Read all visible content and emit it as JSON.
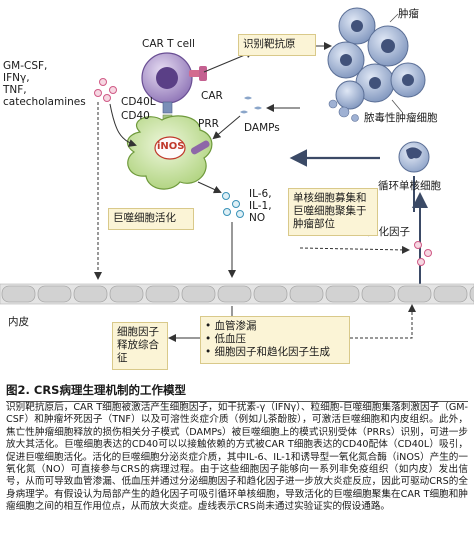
{
  "cells": {
    "car_t": "CAR T cell",
    "tumor": "肿瘤",
    "dying_tumor": "脓毒性肿瘤细胞",
    "monocyte": "循环单核细胞"
  },
  "receptors": {
    "car": "CAR",
    "cd40l": "CD40L",
    "cd40": "CD40",
    "prr": "PRR",
    "inos": "iNOS"
  },
  "cytokines_left": [
    "GM-CSF,",
    "IFNγ,",
    "TNF,",
    "catecholamines"
  ],
  "cytokines_macrophage": [
    "IL-6,",
    "IL-1,",
    "NO"
  ],
  "labels": {
    "damps": "DAMPs",
    "chemokine": "趋化因子",
    "endothelium": "内皮"
  },
  "boxes": {
    "antigen": "识别靶抗原",
    "macrophage": "巨噬细胞活化",
    "recruit": [
      "单核细胞募集和",
      "巨噬细胞聚集于",
      "肿瘤部位"
    ],
    "crs": [
      "细胞因子",
      "释放综合",
      "征"
    ],
    "effects": [
      "• 血管渗漏",
      "• 低血压",
      "• 细胞因子和趋化因子生成"
    ]
  },
  "caption": {
    "title": "图2. CRS病理生理机制的工作模型",
    "body": "识别靶抗原后，CAR T细胞被激活产生细胞因子，如干扰素-γ（IFNγ）、粒细胞-巨噬细胞集落刺激因子（GM-CSF）和肿瘤坏死因子（TNF）以及可溶性炎症介质（例如儿茶酚胺），可激活巨噬细胞和内皮组织。此外，焦亡性肿瘤细胞释放的损伤相关分子模式（DAMPs）被巨噬细胞上的模式识别受体（PRRs）识别，可进一步放大其活化。巨噬细胞表达的CD40可以以接触依赖的方式被CAR T细胞表达的CD40配体（CD40L）吸引，促进巨噬细胞活化。活化的巨噬细胞分泌炎症介质，其中IL-6、IL-1和诱导型一氧化氮合酶（iNOS）产生的一氧化氮（NO）可直接参与CRS的病理过程。由于这些细胞因子能够向一系列非免疫组织（如内皮）发出信号，从而可导致血管渗漏、低血压并通过分泌细胞因子和趋化因子进一步放大炎症反应，因此可驱动CRS的全身病理学。有假设认为局部产生的趋化因子可吸引循环单核细胞，导致活化的巨噬细胞聚集在CAR T细胞和肿瘤细胞之间的相互作用位点，从而放大炎症。虚线表示CRS尚未通过实验证实的假设通路。"
  }
}
